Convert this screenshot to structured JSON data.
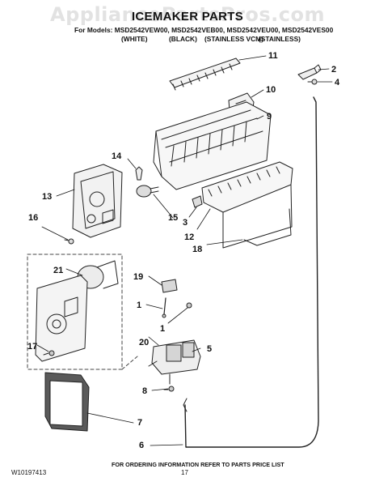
{
  "watermark": "AppliancePartsPros.com",
  "header": {
    "title": "ICEMAKER PARTS",
    "models_line": "For Models: MSD2542VEW00, MSD2542VEB00, MSD2542VEU00, MSD2542VES00",
    "variants": [
      "(WHITE)",
      "(BLACK)",
      "(STAINLESS VCM)",
      "(STAINLESS)"
    ]
  },
  "callouts": [
    "11",
    "2",
    "4",
    "10",
    "9",
    "14",
    "13",
    "16",
    "15",
    "3",
    "12",
    "18",
    "21",
    "19",
    "1",
    "1",
    "17",
    "20",
    "5",
    "8",
    "7",
    "6"
  ],
  "footer": {
    "note": "FOR ORDERING INFORMATION REFER TO PARTS PRICE LIST",
    "doc_number": "W10197413",
    "page_number": "17"
  }
}
